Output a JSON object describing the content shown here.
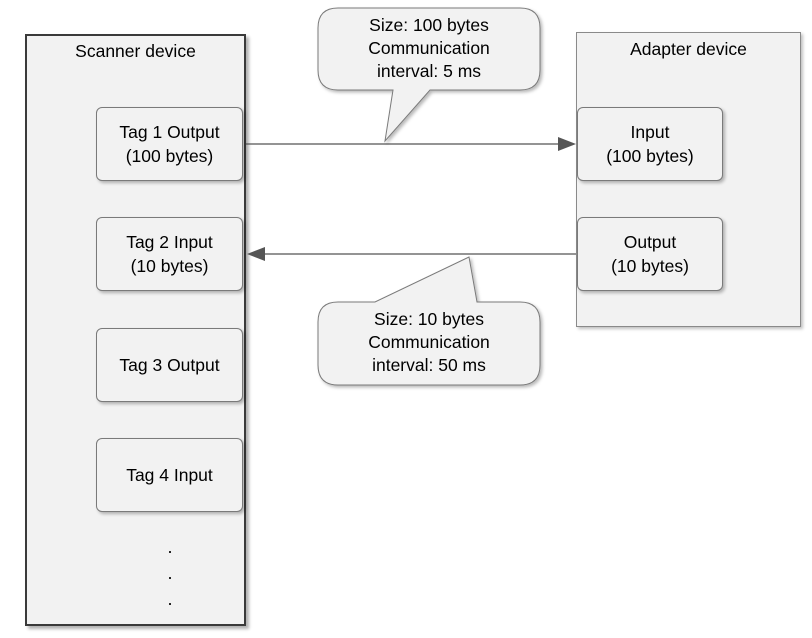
{
  "scanner": {
    "title": "Scanner device",
    "tags": [
      {
        "line1": "Tag 1 Output",
        "line2": "(100 bytes)"
      },
      {
        "line1": "Tag 2 Input",
        "line2": "(10 bytes)"
      },
      {
        "line1": "Tag 3 Output",
        "line2": ""
      },
      {
        "line1": "Tag 4 Input",
        "line2": ""
      }
    ],
    "continuation": [
      ".",
      ".",
      "."
    ]
  },
  "adapter": {
    "title": "Adapter device",
    "items": [
      {
        "line1": "Input",
        "line2": "(100 bytes)"
      },
      {
        "line1": "Output",
        "line2": "(10 bytes)"
      }
    ]
  },
  "callouts": [
    {
      "line1": "Size: 100 bytes",
      "line2": "Communication",
      "line3": "interval: 5 ms"
    },
    {
      "line1": "Size: 10 bytes",
      "line2": "Communication",
      "line3": "interval: 50 ms"
    }
  ],
  "colors": {
    "box_fill": "#f2f2f2",
    "border": "#7a7a7a",
    "line": "#555555"
  }
}
